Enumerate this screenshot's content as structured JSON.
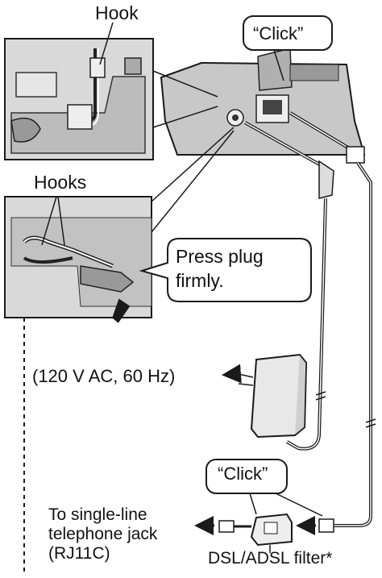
{
  "labels": {
    "hook": "Hook",
    "hooks": "Hooks",
    "click_top": "“Click”",
    "press_plug_line1": "Press plug",
    "press_plug_line2": "firmly.",
    "power_spec": "(120 V AC, 60 Hz)",
    "click_bottom": "“Click”",
    "jack_line1": "To single-line",
    "jack_line2": "telephone jack",
    "jack_line3": "(RJ11C)",
    "filter": "DSL/ADSL filter*"
  },
  "colors": {
    "panel_fill": "#d9d9d9",
    "base_fill": "#c8c8c8",
    "line": "#1a1a1a",
    "white": "#ffffff"
  },
  "icons": [
    "phone-base",
    "hook-detail",
    "hooks-detail",
    "ac-adaptor",
    "dsl-filter",
    "telephone-plug",
    "arrow"
  ]
}
